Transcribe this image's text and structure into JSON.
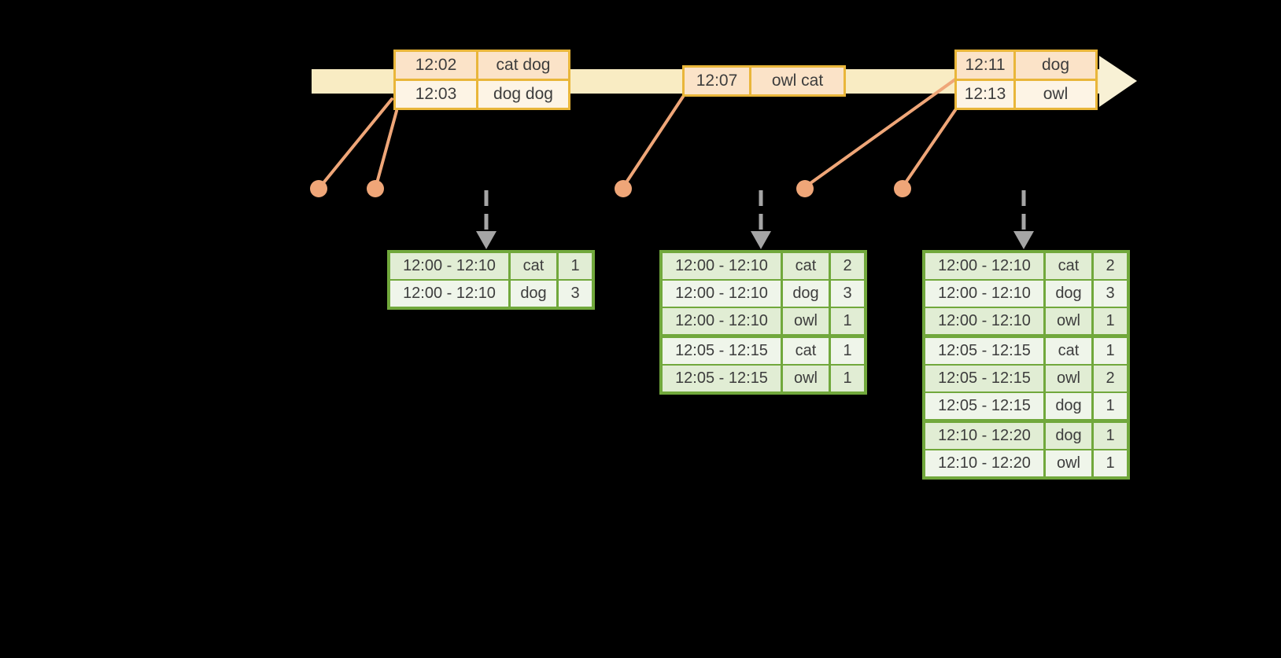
{
  "colors": {
    "background": "#000000",
    "timeline_fill": "#f9ecc3",
    "timeline_arrowhead_fill": "#f8f1d5",
    "event_table_border": "#e9b63a",
    "event_row_peach": "#fbe3c8",
    "event_row_cream": "#fdf4e5",
    "event_marker_salmon": "#efa678",
    "trigger_arrow_gray": "#a5a5a5",
    "result_table_border": "#71a83c",
    "result_row_dark": "#e1edd4",
    "result_row_light": "#eff5ea",
    "text": "#3d3d3d"
  },
  "icons": {
    "timeline_arrowhead": "right-arrowhead",
    "event_dot": "filled-circle-marker",
    "trigger_arrow": "dashed-down-arrow"
  },
  "event_tables": [
    {
      "rows": [
        {
          "time": "12:02",
          "words": "cat dog"
        },
        {
          "time": "12:03",
          "words": "dog dog"
        }
      ]
    },
    {
      "rows": [
        {
          "time": "12:07",
          "words": "owl cat"
        }
      ]
    },
    {
      "rows": [
        {
          "time": "12:11",
          "words": "dog"
        },
        {
          "time": "12:13",
          "words": "owl"
        }
      ]
    }
  ],
  "result_tables": [
    {
      "rows": [
        {
          "window": "12:00 - 12:10",
          "word": "cat",
          "count": "1"
        },
        {
          "window": "12:00 - 12:10",
          "word": "dog",
          "count": "3"
        }
      ]
    },
    {
      "rows": [
        {
          "window": "12:00 - 12:10",
          "word": "cat",
          "count": "2"
        },
        {
          "window": "12:00 - 12:10",
          "word": "dog",
          "count": "3"
        },
        {
          "window": "12:00 - 12:10",
          "word": "owl",
          "count": "1"
        },
        {
          "window": "12:05 - 12:15",
          "word": "cat",
          "count": "1"
        },
        {
          "window": "12:05 - 12:15",
          "word": "owl",
          "count": "1"
        }
      ]
    },
    {
      "rows": [
        {
          "window": "12:00 - 12:10",
          "word": "cat",
          "count": "2"
        },
        {
          "window": "12:00 - 12:10",
          "word": "dog",
          "count": "3"
        },
        {
          "window": "12:00 - 12:10",
          "word": "owl",
          "count": "1"
        },
        {
          "window": "12:05 - 12:15",
          "word": "cat",
          "count": "1"
        },
        {
          "window": "12:05 - 12:15",
          "word": "owl",
          "count": "2"
        },
        {
          "window": "12:05 - 12:15",
          "word": "dog",
          "count": "1"
        },
        {
          "window": "12:10 - 12:20",
          "word": "dog",
          "count": "1"
        },
        {
          "window": "12:10 - 12:20",
          "word": "owl",
          "count": "1"
        }
      ]
    }
  ]
}
